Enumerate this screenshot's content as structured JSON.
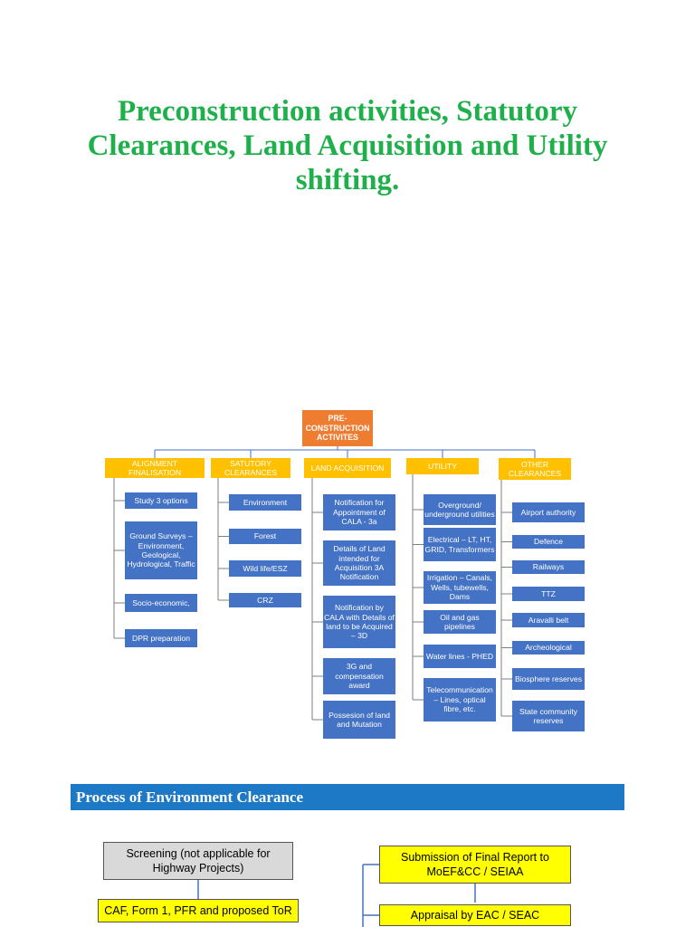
{
  "title": "Preconstruction activities, Statutory Clearances, Land Acquisition and Utility shifting.",
  "tree": {
    "root": "PRE-CONSTRUCTION ACTIVITES",
    "categories": [
      {
        "label": "ALIGNMENT FINALISATION",
        "items": [
          "Study 3 options",
          "Ground Surveys –Environment, Geological, Hydrological, Traffic",
          "Socio-economic,",
          "DPR preparation"
        ]
      },
      {
        "label": "SATUTORY CLEARANCES",
        "items": [
          "Environment",
          "Forest",
          "Wild life/ESZ",
          "CRZ"
        ]
      },
      {
        "label": "LAND ACQUISITION",
        "items": [
          "Notification for Appointment of CALA  - 3a",
          "Details of Land intended for Acquisition 3A Notification",
          "Notification by CALA with Details of land to be Acquired – 3D",
          "3G and compensation award",
          "Possesion of land and Mutation"
        ]
      },
      {
        "label": "UTILITY",
        "items": [
          "Overground/ underground utilities",
          "Electrical – LT, HT, GRID, Transformers",
          "Irrigation – Canals, Wells, tubewells, Dams",
          "Oil and gas pipelines",
          "Water lines - PHED",
          "Telecommunication – Lines, optical fibre, etc."
        ]
      },
      {
        "label": "OTHER CLEARANCES",
        "items": [
          "Airport authority",
          "Defence",
          "Railways",
          "TTZ",
          "Aravalli belt",
          "Archeological",
          "Biosphere reserves",
          "State community reserves"
        ]
      }
    ]
  },
  "section": {
    "title": "Process of Environment Clearance"
  },
  "flow": {
    "left": [
      "Screening (not applicable for Highway Projects)",
      "CAF, Form 1, PFR and proposed ToR"
    ],
    "right": [
      "Submission of Final Report to MoEF&CC / SEIAA",
      "Appraisal by EAC / SEAC"
    ]
  },
  "colors": {
    "title": "#1fb04c",
    "root": "#ef7d31",
    "category": "#ffc000",
    "leaf": "#4472c4",
    "banner": "#1d78c6",
    "flow_grey": "#d9d9d9",
    "flow_yellow": "#ffff00",
    "connector": "#4472c4"
  }
}
